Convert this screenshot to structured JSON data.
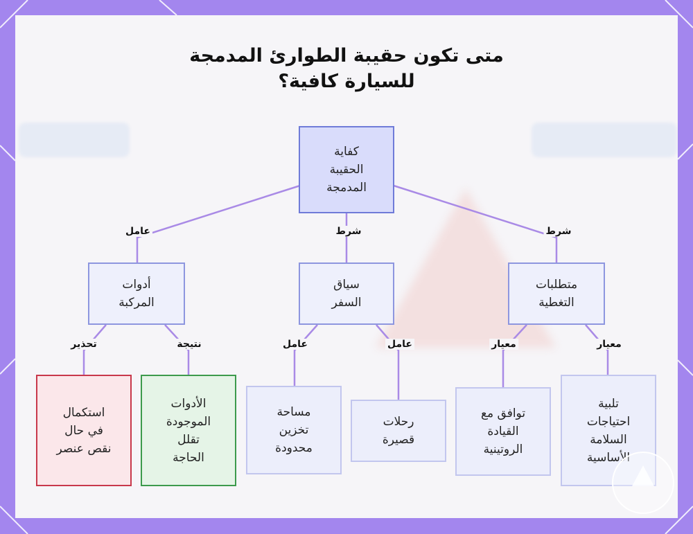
{
  "title": {
    "line1": "متى تكون حقيبة الطوارئ المدمجة",
    "line2": "للسيارة كافية؟"
  },
  "nodes": {
    "root": "كفاية\nالحقيبة\nالمدمجة",
    "vehicle_tools": "أدوات\nالمركبة",
    "travel_context": "سياق\nالسفر",
    "coverage_requirements": "متطلبات\nالتغطية",
    "complete_if_missing": "استكمال\nفي حال\nنقص عنصر",
    "existing_tools": "الأدوات\nالموجودة\nتقلل\nالحاجة",
    "limited_storage": "مساحة\nتخزين\nمحدودة",
    "short_trips": "رحلات\nقصيرة",
    "routine_driving": "توافق مع\nالقيادة\nالروتينية",
    "basic_safety": "تلبية\nاحتياجات\nالسلامة\nالأساسية"
  },
  "edge_labels": {
    "root_to_vehicle_tools": "عامل",
    "root_to_travel_context": "شرط",
    "root_to_coverage": "شرط",
    "vehicle_tools_to_complete": "تحذير",
    "vehicle_tools_to_existing": "نتيجة",
    "travel_to_storage": "عامل",
    "travel_to_short_trips": "عامل",
    "coverage_to_routine": "معيار",
    "coverage_to_basic_safety": "معيار"
  },
  "colors": {
    "frame": "#a386ee",
    "edge": "#a98ae6",
    "root_border": "#6f7bd8",
    "warning_border": "#c8384b",
    "result_border": "#3c9a4c"
  }
}
